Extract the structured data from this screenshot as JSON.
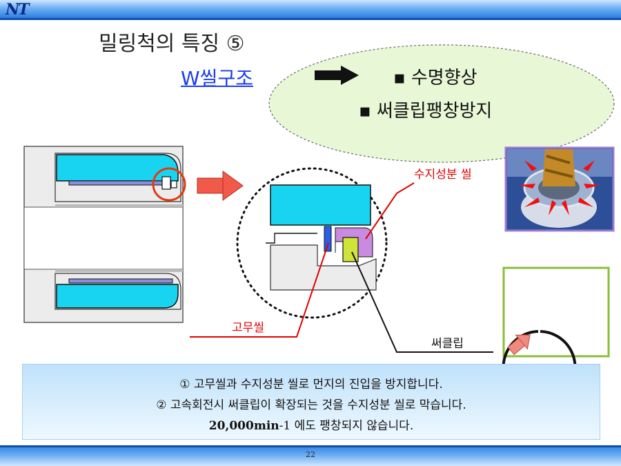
{
  "header": {
    "logo": "NT"
  },
  "title": "밀링척의 특징 ⑤",
  "subtitle": "W씰구조",
  "features": [
    "▪ 수명향상",
    "▪ 써클립팽창방지"
  ],
  "labels": {
    "resin_seal": "수지성분 씰",
    "rubber_seal": "고무씰",
    "circlip": "써클립"
  },
  "notes": {
    "line1": "① 고무씰과 수지성분 씰로 먼지의 진입을 방지합니다.",
    "line2": "② 고속회전시 써클립이 확장되는 것을 수지성분 씰로 막습니다.",
    "line3_value": "20,000min",
    "line3_exp": "-1",
    "line3_rest": " 에도 팽창되지 않습니다."
  },
  "footer": {
    "page_number": "22"
  },
  "colors": {
    "seal_cyan": "#19d4f0",
    "accent_red": "#e00000",
    "title_blue": "#1a3cf0",
    "resin_purple": "#c98be0",
    "circlip_green": "#cfe33a"
  }
}
